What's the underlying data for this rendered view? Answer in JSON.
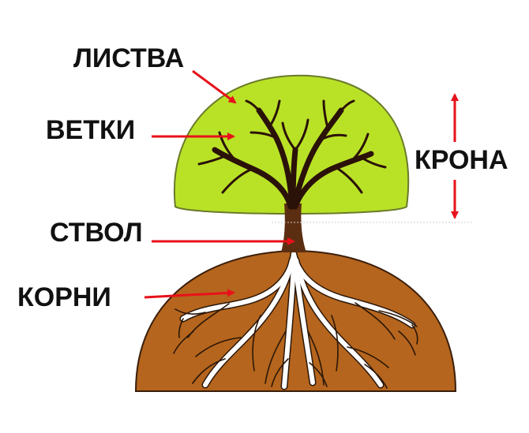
{
  "labels": {
    "foliage": "ЛИСТВА",
    "branches": "ВЕТКИ",
    "trunk": "СТВОЛ",
    "roots": "КОРНИ",
    "crown": "КРОНА"
  },
  "colors": {
    "foliage": "#b9e227",
    "foliage_outline": "#6a7a2a",
    "trunk": "#5b2e12",
    "branch": "#2b1208",
    "soil": "#b5651d",
    "soil_outline": "#3a1e0a",
    "root": "#ffffff",
    "root_outline": "#2a1608",
    "arrow": "#e8111a",
    "text": "#111111"
  }
}
